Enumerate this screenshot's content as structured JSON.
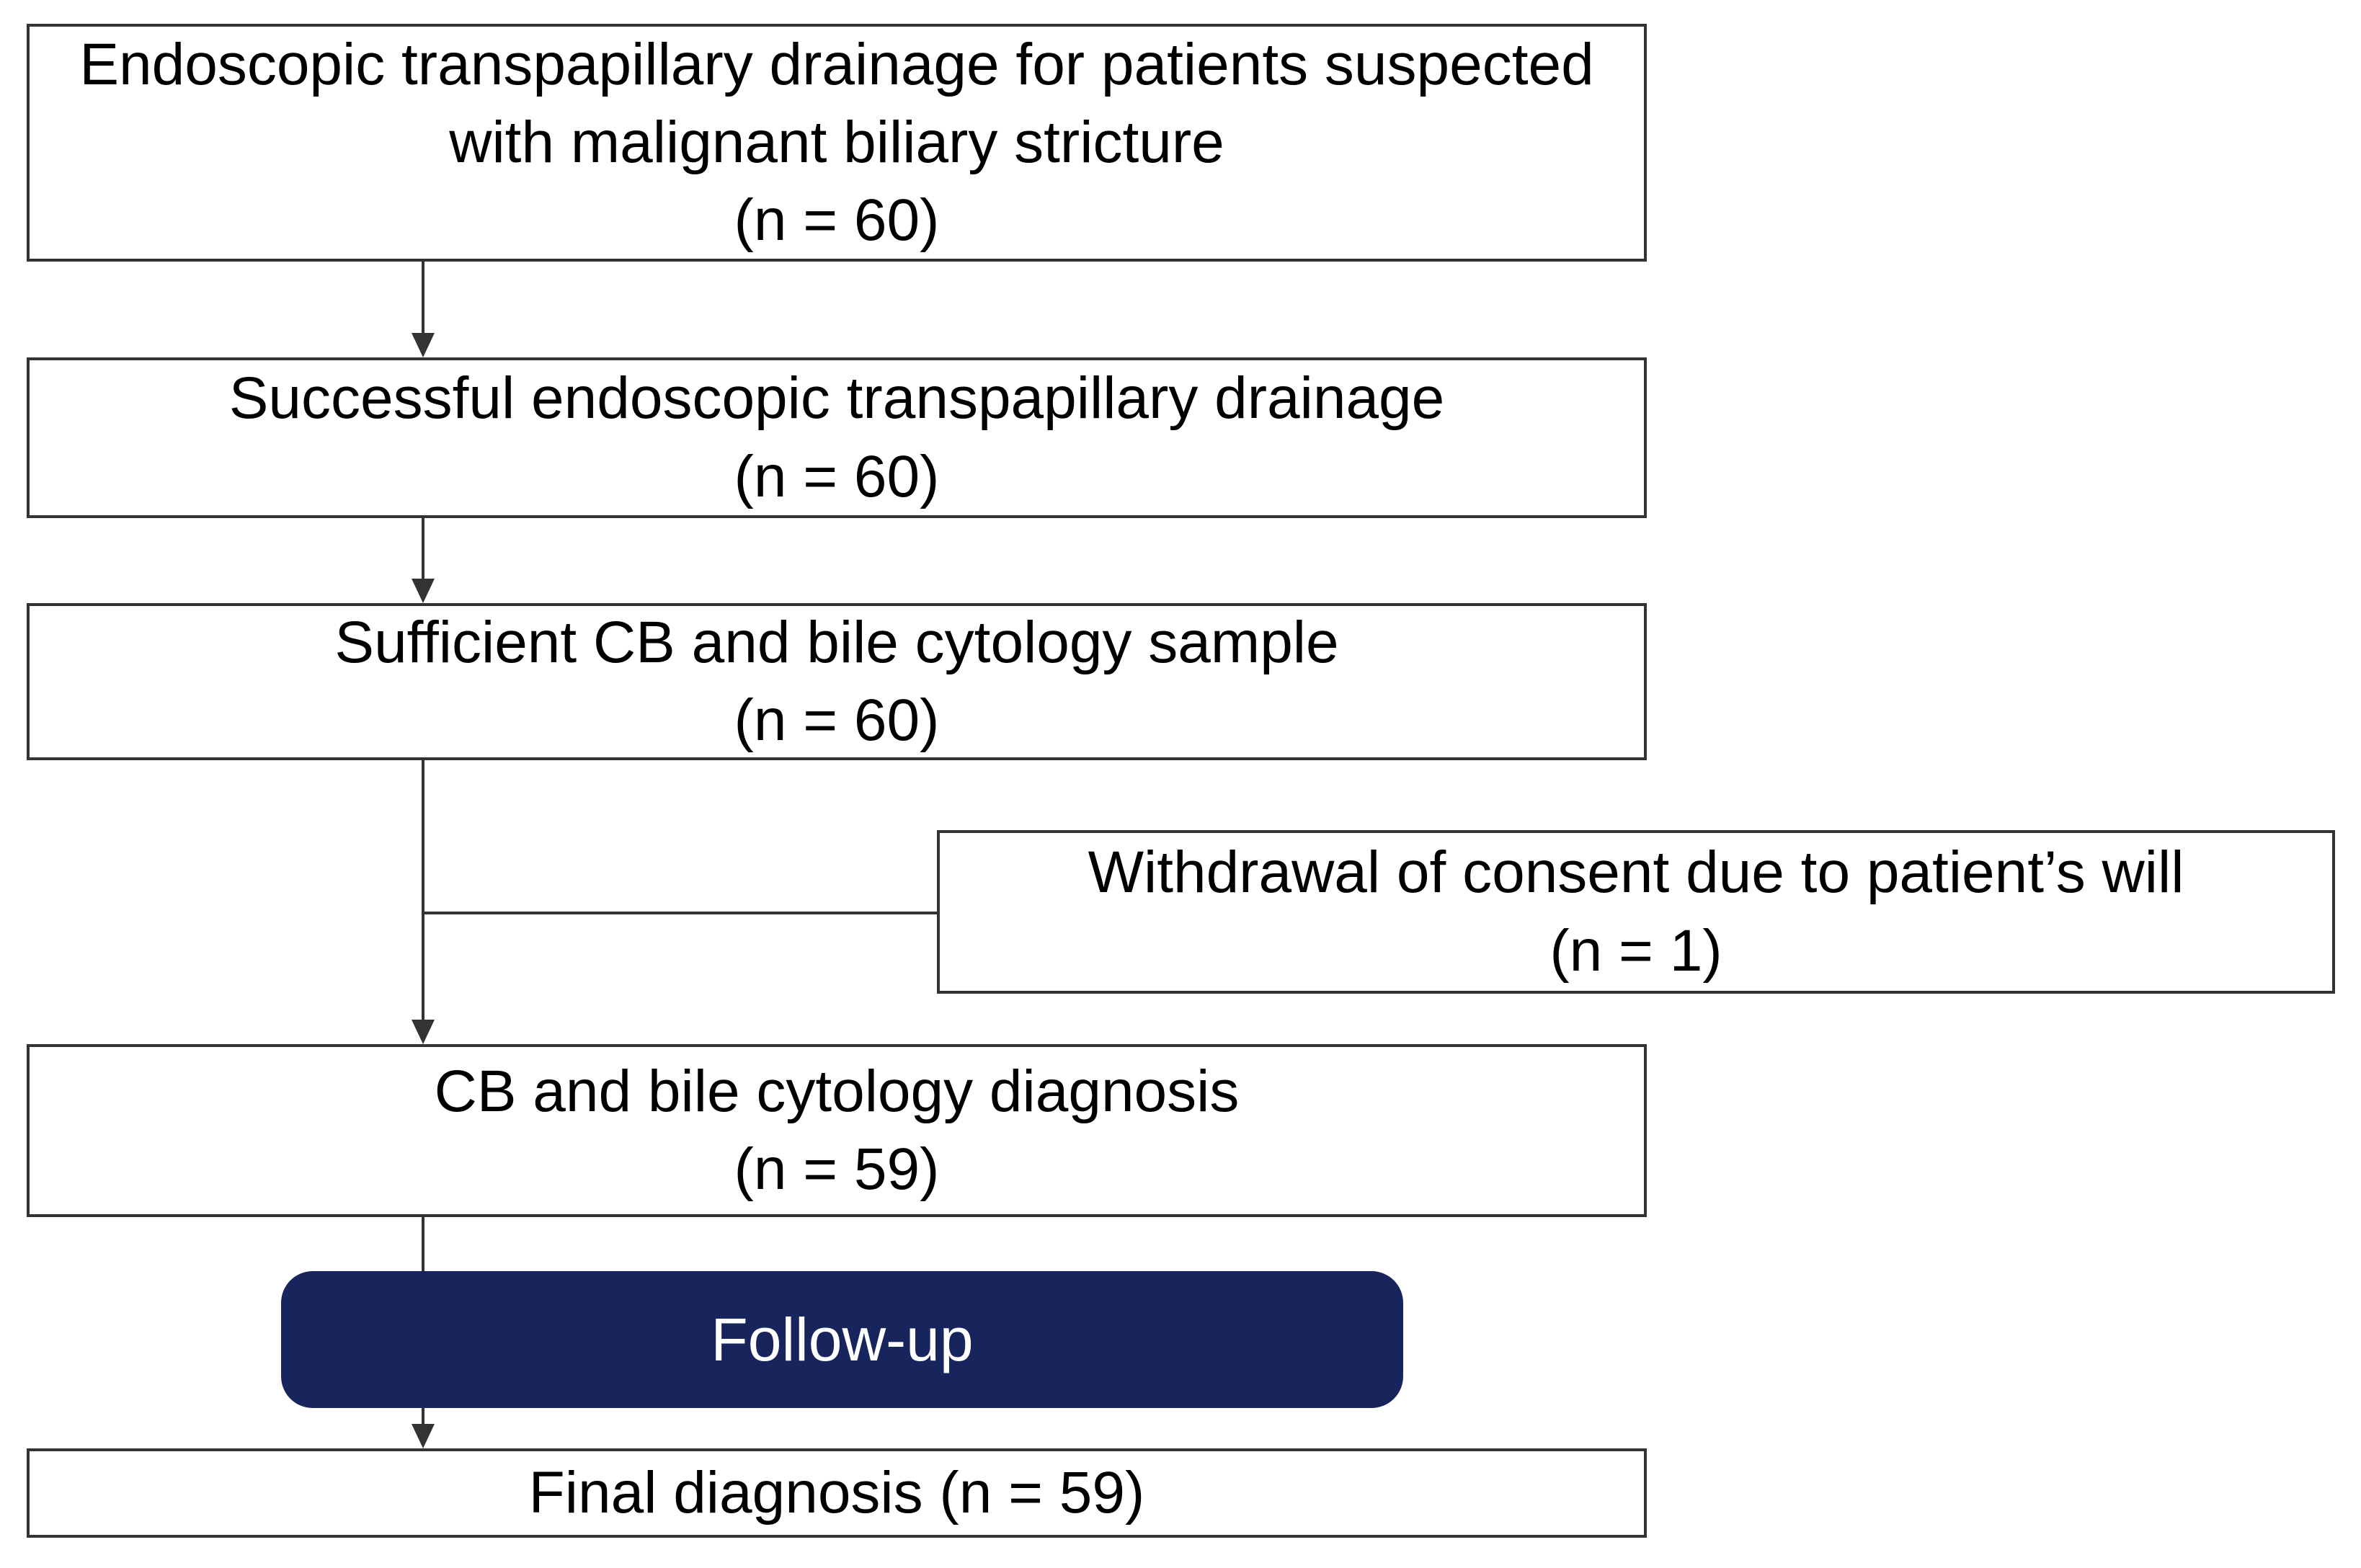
{
  "figure": {
    "type": "patient-flow-diagram",
    "colors": {
      "box_border": "#333333",
      "box_fill": "#ffffff",
      "text": "#000000",
      "accent_fill": "#17255C",
      "accent_text": "#ffffff",
      "connector": "#333333"
    }
  },
  "nodes": {
    "box1": {
      "lines": [
        "Endoscopic transpapillary drainage for patients suspected",
        "with malignant biliary stricture",
        "(n = 60)"
      ]
    },
    "box2": {
      "lines": [
        "Successful endoscopic transpapillary drainage",
        "(n = 60)"
      ]
    },
    "box3": {
      "lines": [
        "Sufficient CB and bile cytology sample",
        "(n = 60)"
      ]
    },
    "withdrawal": {
      "lines": [
        "Withdrawal of consent due to patient’s will",
        "(n = 1)"
      ]
    },
    "box4": {
      "lines": [
        "CB and bile cytology diagnosis",
        "(n = 59)"
      ]
    },
    "followup": {
      "label": "Follow-up"
    },
    "box5": {
      "label": "Final diagnosis (n = 59)"
    }
  }
}
